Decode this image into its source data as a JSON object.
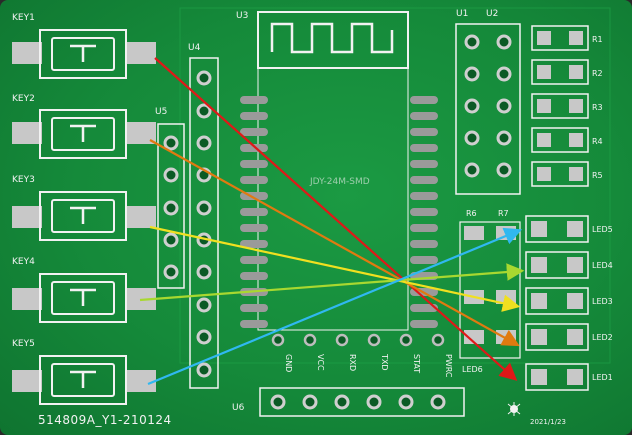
{
  "board": {
    "key_labels": [
      "KEY1",
      "KEY2",
      "KEY3",
      "KEY4",
      "KEY5"
    ],
    "module_label": "U3",
    "module_text": "JDY-24M-SMD",
    "header_labels": [
      "U4",
      "U5",
      "U1",
      "U2",
      "U6"
    ],
    "resistor_labels": [
      "R1",
      "R2",
      "R3",
      "R4",
      "R5"
    ],
    "small_resistor_labels": [
      "R6",
      "R7"
    ],
    "led_labels": [
      "LED5",
      "LED4",
      "LED3",
      "LED2",
      "LED1"
    ],
    "led_side_label": "LED6",
    "pin_labels": [
      "GND",
      "VCC",
      "RXD",
      "TXD",
      "STAT",
      "PWRC"
    ],
    "board_id": "514809A_Y1-210124",
    "date": "2021/1/23"
  },
  "arrow_colors": [
    "#e01818",
    "#e07a10",
    "#f0e020",
    "#a8d830",
    "#30b8f0"
  ]
}
